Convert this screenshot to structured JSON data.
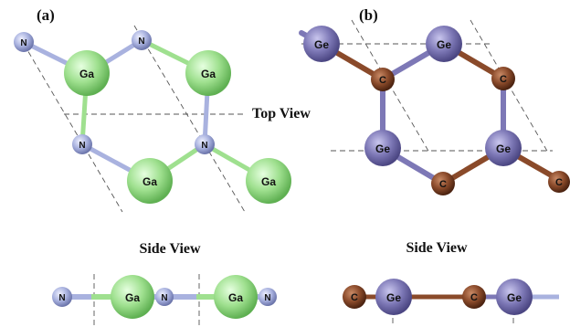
{
  "labels": {
    "panel_a": "(a)",
    "panel_b": "(b)",
    "top_view": "Top View",
    "side_view_a": "Side View",
    "side_view_b": "Side View"
  },
  "atom_symbols": {
    "ga": "Ga",
    "n": "N",
    "ge": "Ge",
    "c": "C"
  },
  "colors": {
    "ga": "#9fe08f",
    "ga_dark": "#5fb052",
    "n": "#a9b2df",
    "n_dark": "#6b74aa",
    "ge": "#7d78b6",
    "ge_dark": "#4b4682",
    "c": "#8a4a2a",
    "c_dark": "#4a2210"
  }
}
